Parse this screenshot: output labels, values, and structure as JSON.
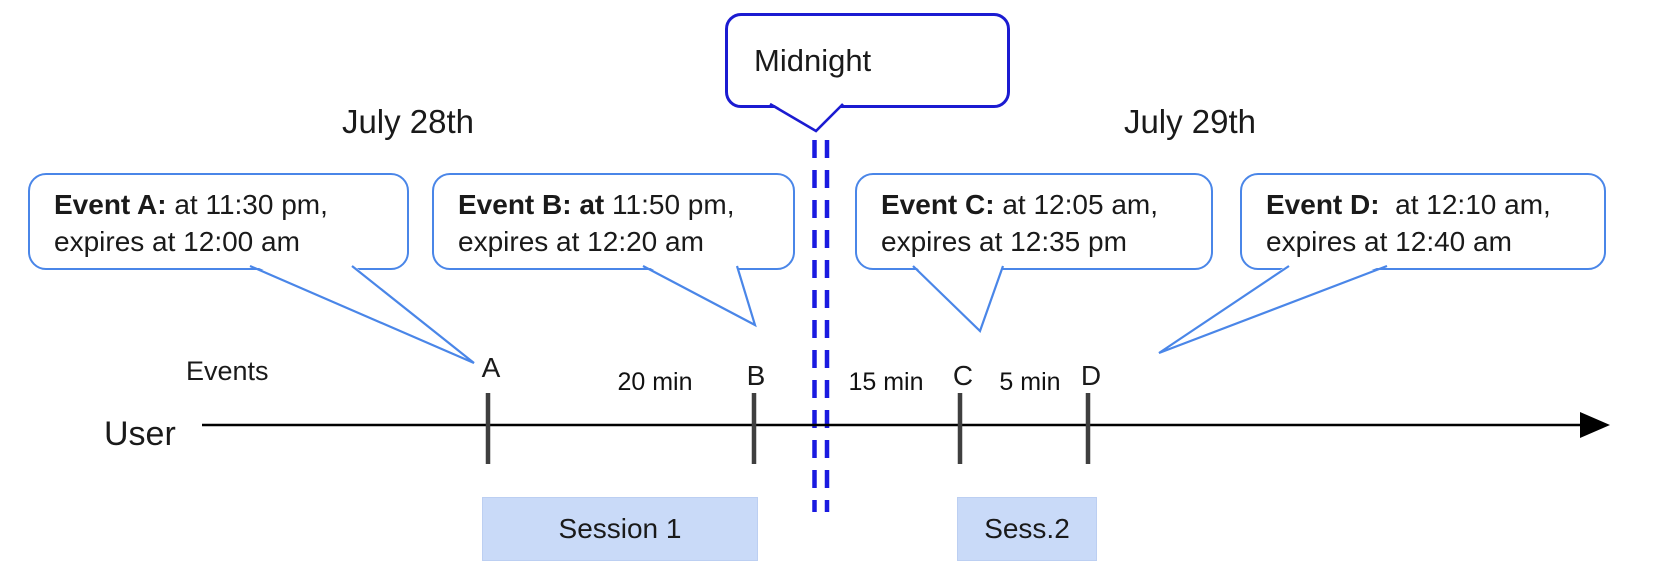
{
  "dates": [
    "July 28th",
    "July 29th"
  ],
  "midnight": {
    "label": "Midnight"
  },
  "events": [
    {
      "tick": "A",
      "bold": "Event A:",
      "line1_rest": " at 11:30 pm,",
      "line2": "expires at 12:00 am"
    },
    {
      "tick": "B",
      "bold": "Event B: at",
      "line1_rest": " 11:50 pm,",
      "line2": "expires at 12:20 am"
    },
    {
      "tick": "C",
      "bold": "Event C:",
      "line1_rest": " at 12:05 am,",
      "line2": "expires at 12:35 pm"
    },
    {
      "tick": "D",
      "bold": "Event D:",
      "line1_rest": "  at 12:10 am,",
      "line2": "expires at 12:40 am"
    }
  ],
  "intervals": [
    {
      "label": "20 min"
    },
    {
      "label": "15 min"
    },
    {
      "label": "5 min"
    }
  ],
  "sessions": [
    {
      "label": "Session 1"
    },
    {
      "label": "Sess.2"
    }
  ],
  "axis": {
    "events_label": "Events",
    "user_label": "User"
  },
  "colors": {
    "event_callout_border": "#4a86e8",
    "midnight_callout_border": "#1b1bd1",
    "midnight_divider": "#1a1ae0",
    "session_fill": "#c9daf8",
    "axis_line": "#000000",
    "tick_mark": "#3f3f3f"
  }
}
